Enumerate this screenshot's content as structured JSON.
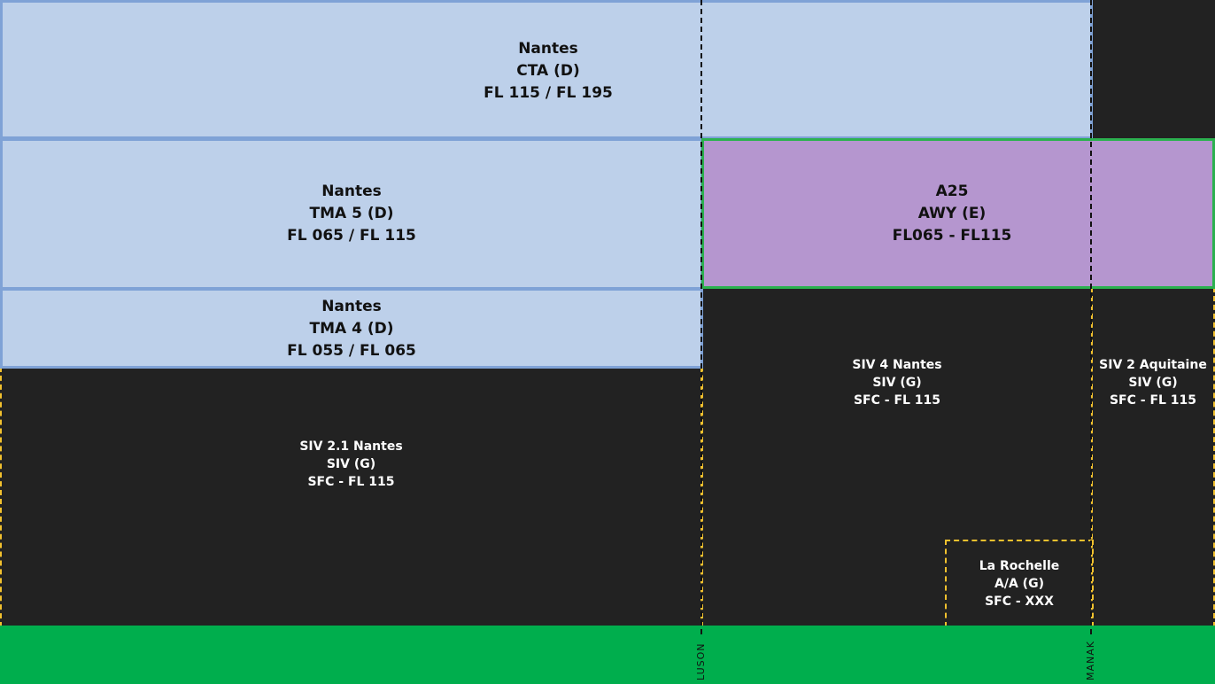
{
  "zones": {
    "cta": {
      "name": "Nantes",
      "class": "CTA (D)",
      "limits": "FL 115 / FL 195"
    },
    "tma5": {
      "name": "Nantes",
      "class": "TMA 5 (D)",
      "limits": "FL 065 / FL 115"
    },
    "tma4": {
      "name": "Nantes",
      "class": "TMA 4 (D)",
      "limits": "FL 055 / FL 065"
    },
    "a25": {
      "name": "A25",
      "class": "AWY (E)",
      "limits": "FL065 - FL115"
    },
    "siv21": {
      "name": "SIV 2.1 Nantes",
      "class": "SIV (G)",
      "limits": "SFC - FL 115"
    },
    "siv4": {
      "name": "SIV 4 Nantes",
      "class": "SIV (G)",
      "limits": "SFC - FL 115"
    },
    "siv2": {
      "name": "SIV 2 Aquitaine",
      "class": "SIV (G)",
      "limits": "SFC - FL 115"
    },
    "rochelle": {
      "name": "La Rochelle",
      "class": "A/A (G)",
      "limits": "SFC - XXX"
    }
  },
  "waypoints": {
    "luson": "LUSON",
    "manak": "MANAK"
  },
  "colors": {
    "controlled_fill": "#bdd0ea",
    "controlled_border": "#7fa2d6",
    "airway_fill": "#b596cf",
    "airway_border": "#2bb14f",
    "uncontrolled_border": "#f2c12e",
    "ground": "#00ae4d",
    "background": "#222222"
  }
}
